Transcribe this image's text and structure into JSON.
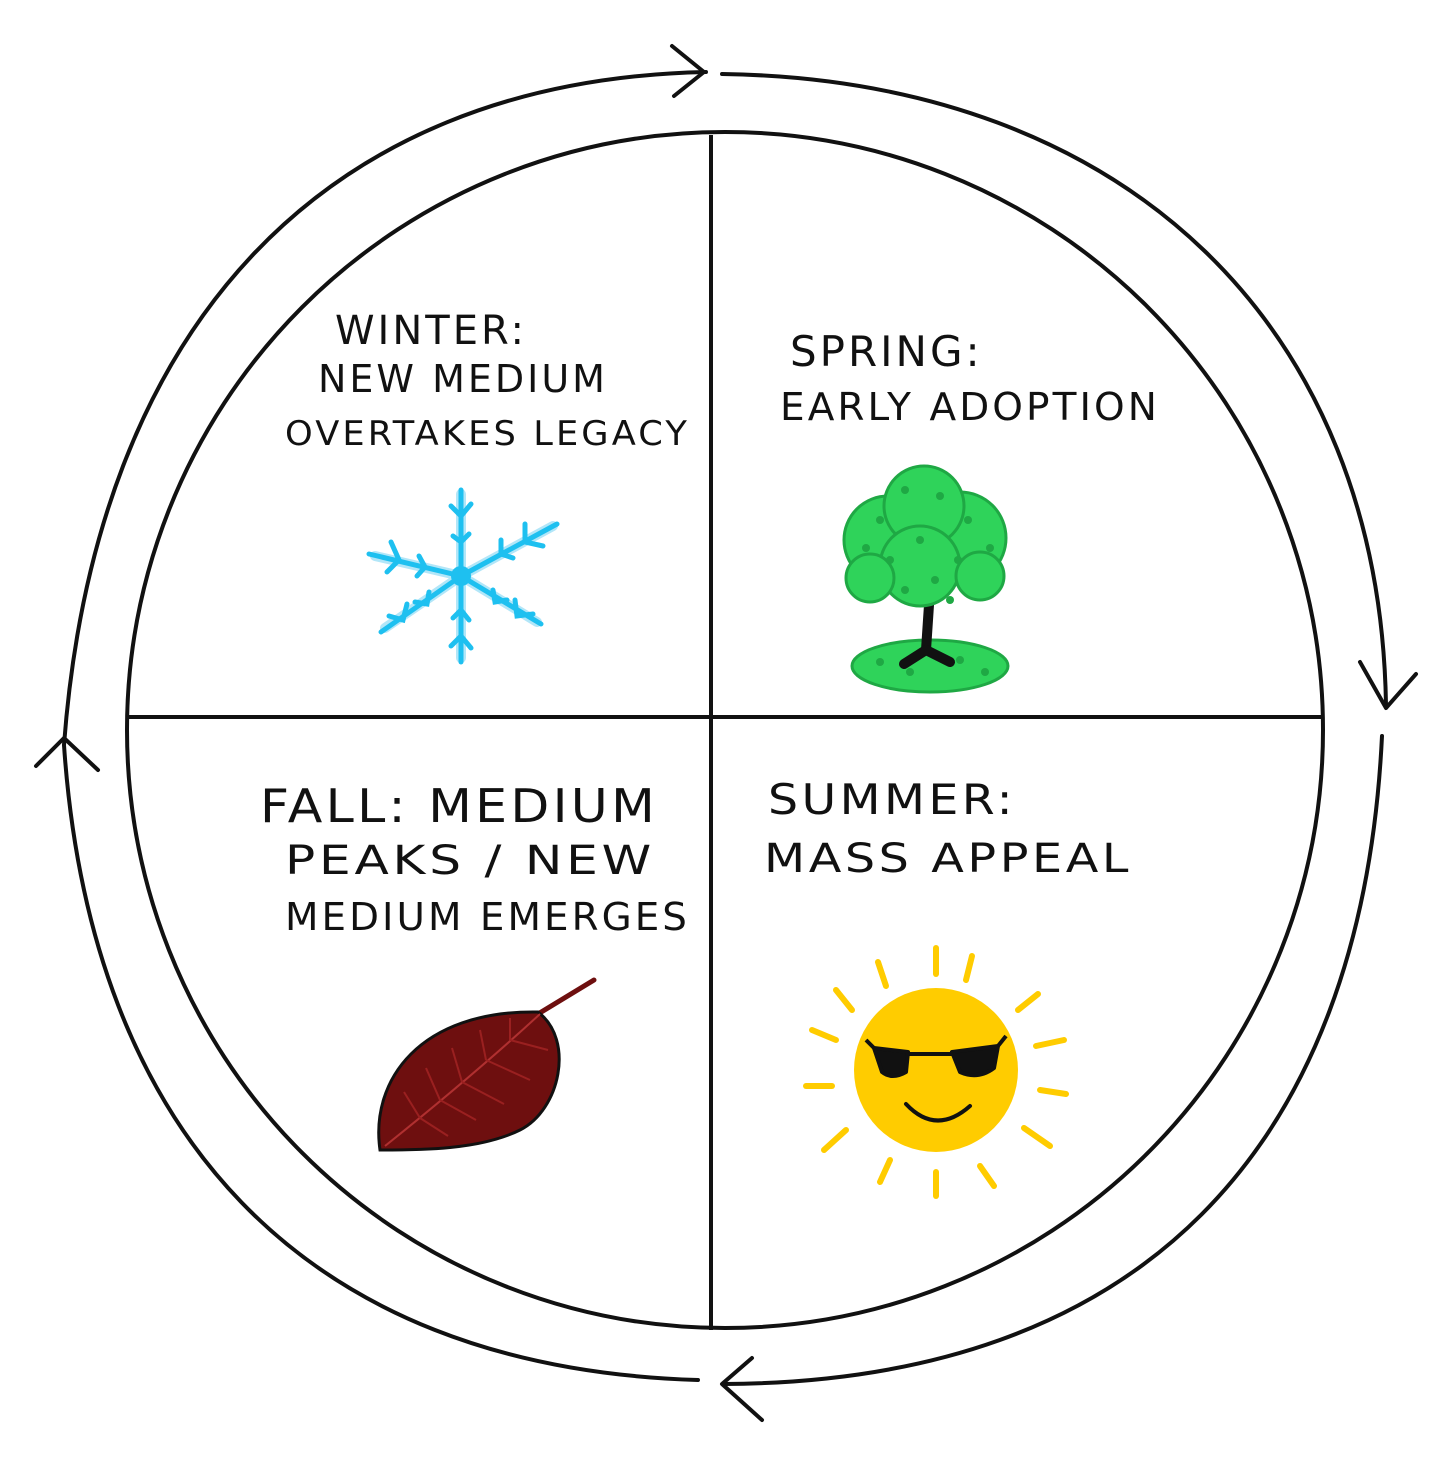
{
  "colors": {
    "ink": "#111111",
    "snowflake": "#1ec0f0",
    "snowflake_light": "#9fe0f7",
    "tree_leaves": "#2fd35a",
    "tree_leaves_dark": "#1fa844",
    "tree_trunk": "#111111",
    "leaf_fill": "#6e0f0f",
    "sun": "#ffcc00"
  },
  "quadrants": [
    {
      "id": "winter",
      "lines": [
        "WINTER:",
        "NEW MEDIUM",
        "OVERTAKES LEGACY"
      ],
      "icon": "snowflake-icon"
    },
    {
      "id": "spring",
      "lines": [
        "SPRING:",
        "EARLY ADOPTION"
      ],
      "icon": "tree-icon"
    },
    {
      "id": "fall",
      "lines": [
        "FALL: MEDIUM",
        "PEAKS / NEW",
        "MEDIUM EMERGES"
      ],
      "icon": "leaf-icon"
    },
    {
      "id": "summer",
      "lines": [
        "SUMMER:",
        "MASS APPEAL"
      ],
      "icon": "sun-icon"
    }
  ]
}
